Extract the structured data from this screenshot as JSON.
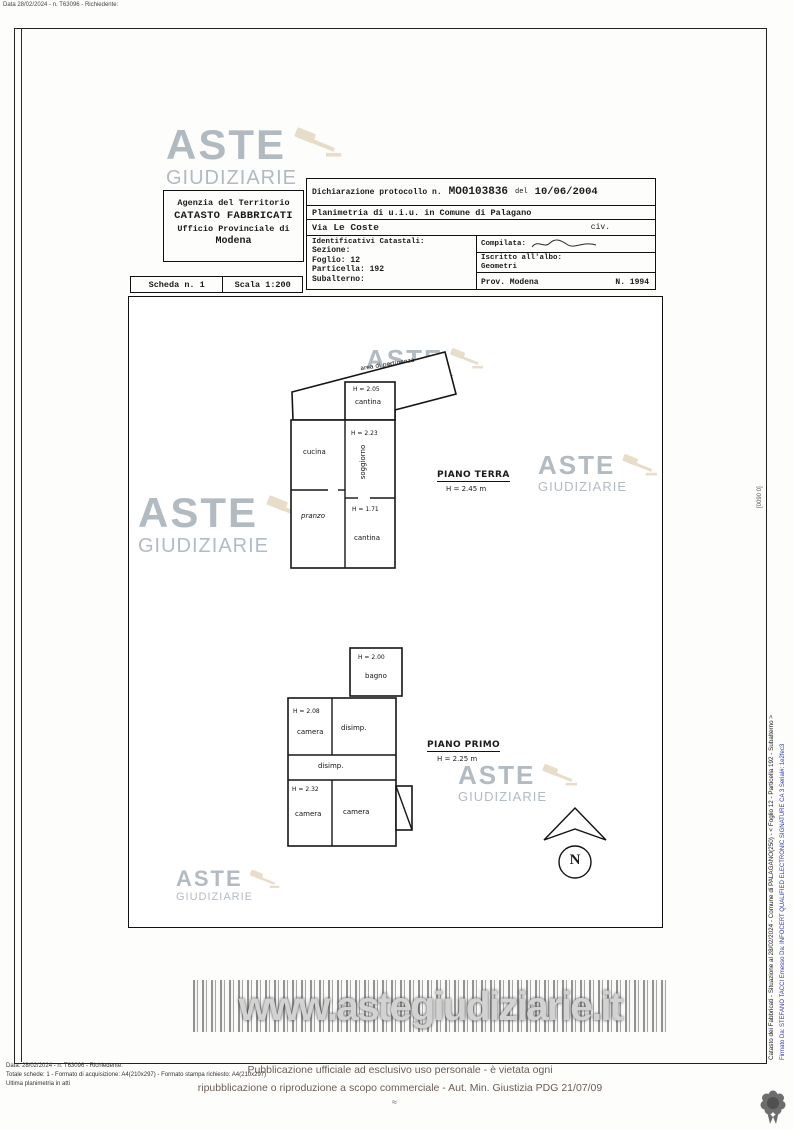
{
  "page": {
    "top_meta": "Data 28/02/2024 - n. T63096 - Richiedente:"
  },
  "header": {
    "agency": {
      "line1": "Agenzia del Territorio",
      "line2": "CATASTO FABBRICATI",
      "line3": "Ufficio Provinciale di",
      "line4": "Modena"
    },
    "declaration": {
      "label": "Dichiarazione protocollo n.",
      "protocol": "MO0103836",
      "del": "del",
      "date": "10/06/2004",
      "planimetria": "Planimetria di u.i.u. in Comune di Palagano",
      "via_label": "Via",
      "via_value": "Le Coste",
      "civ": "civ.",
      "identificativi": "Identificativi Catastali:",
      "sezione": "Sezione:",
      "foglio": "Foglio: 12",
      "particella": "Particella: 192",
      "subalterno": "Subalterno:",
      "compilata": "Compilata:",
      "iscritto": "Iscritto all'albo:",
      "albo_value": "Geometri",
      "prov": "Prov. Modena",
      "numero": "N. 1994"
    },
    "scheda": "Scheda n. 1",
    "scala": "Scala 1:200"
  },
  "watermark": {
    "line1": "ASTE",
    "line2": "GIUDIZIARIE"
  },
  "plans": {
    "terra_title": "PIANO TERRA",
    "terra_h": "H = 2.45 m",
    "area_pertinenza": "area di pertinenza",
    "t_cantina1_h": "H = 2.05",
    "t_cantina1": "cantina",
    "t_cucina": "cucina",
    "t_soggiorno_h": "H = 2.23",
    "t_soggiorno": "soggiorno",
    "t_pranzo": "pranzo",
    "t_cantina2_h": "H = 1.71",
    "t_cantina2": "cantina",
    "primo_title": "PIANO PRIMO",
    "primo_h": "H = 2.25 m",
    "p_bagno_h": "H = 2.00",
    "p_bagno": "bagno",
    "p_camera1_h": "H = 2.08",
    "p_camera1": "camera",
    "p_disimp1": "disimp.",
    "p_disimp2": "disimp.",
    "p_camera2_h": "H = 2.32",
    "p_camera2": "camera",
    "p_camera3": "camera",
    "north": "N"
  },
  "big_watermark": "www.astegiudiziarie.it",
  "footer": {
    "left1": "Data: 28/02/2024 - n. T63096 - Richiedente:",
    "left2": "Totale schede: 1 - Formato di acquisizione: A4(210x297) - Formato stampa richiesto: A4(210x297)",
    "left3": "Ultima planimetria in atti",
    "center1": "Pubblicazione ufficiale ad esclusivo uso personale - è vietata ogni",
    "center2": "ripubblicazione o riproduzione a scopo commerciale - Aut. Min. Giustizia PDG 21/07/09"
  },
  "side": {
    "right_black": "Catasto dei Fabbricati - Situazione al 28/02/2024 - Comune di PALAGANO(250) - < Foglio 12 - Particella 192 - Subalterno >",
    "right_blue": "Firmato Da: STEFANO TACCI Emesso Da: INFOCERT QUALIFIED ELECTRONIC SIGNATURE CA 3 Serial#: 1e2fec3",
    "left_code": "[0090 0]"
  }
}
